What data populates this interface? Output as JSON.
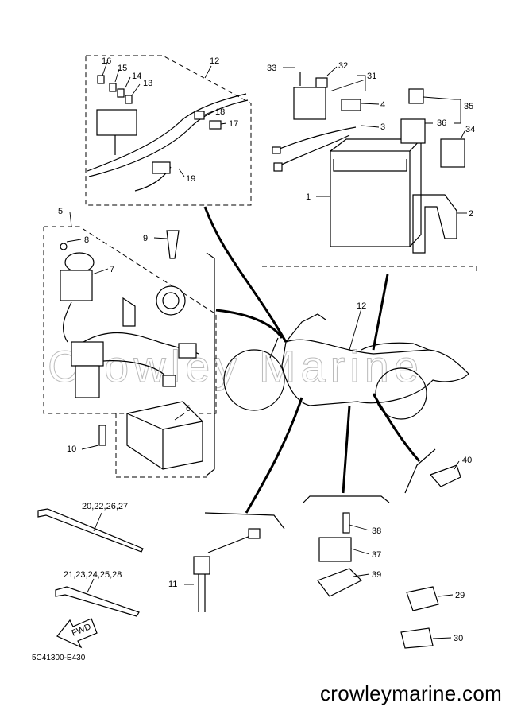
{
  "diagram": {
    "code": "5C41300-E430",
    "website": "crowleymarine.com",
    "watermark": "Crowley Marine",
    "fwd_label": "FWD",
    "labels": {
      "l1": "1",
      "l2": "2",
      "l3": "3",
      "l4": "4",
      "l5": "5",
      "l6": "6",
      "l7": "7",
      "l8": "8",
      "l9": "9",
      "l10": "10",
      "l11": "11",
      "l12a": "12",
      "l12b": "12",
      "l13": "13",
      "l14": "14",
      "l15": "15",
      "l16": "16",
      "l17": "17",
      "l18": "18",
      "l19": "19",
      "l20": "20,22,26,27",
      "l21": "21,23,24,25,28",
      "l29": "29",
      "l30": "30",
      "l31": "31",
      "l32": "32",
      "l33": "33",
      "l34": "34",
      "l35": "35",
      "l36": "36",
      "l37": "37",
      "l38": "38",
      "l39": "39",
      "l40": "40"
    }
  }
}
